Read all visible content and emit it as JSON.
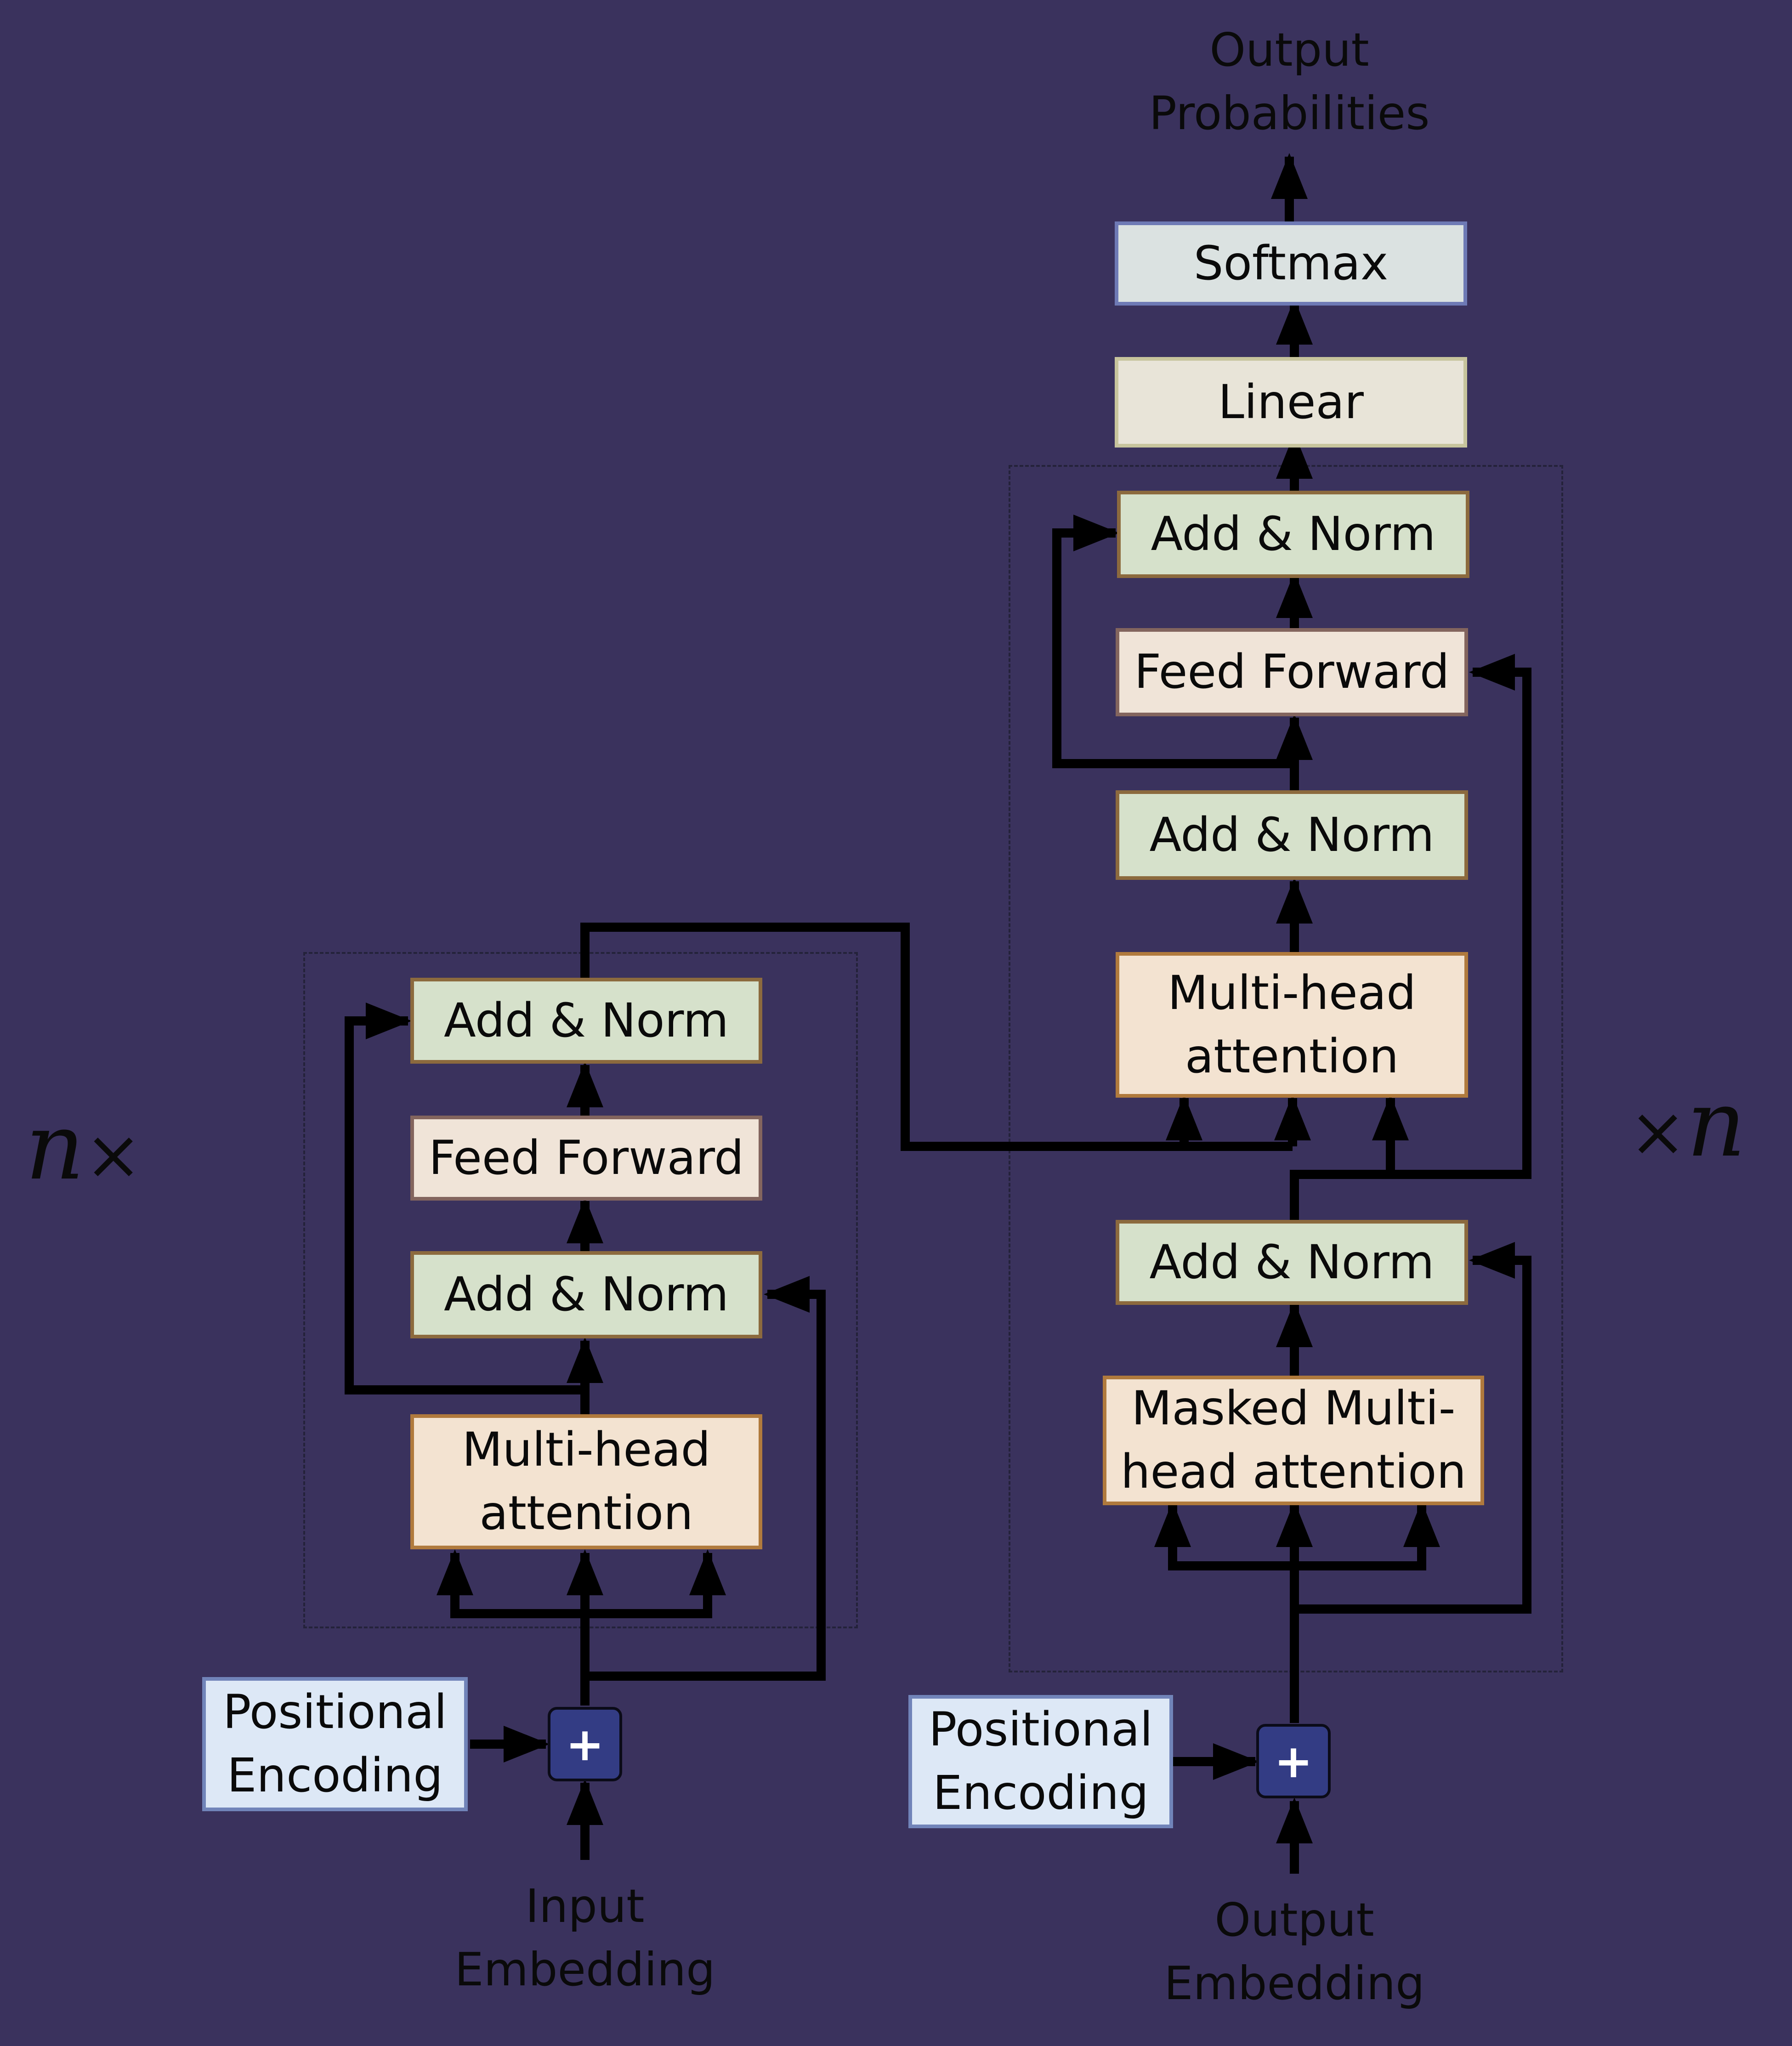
{
  "diagram": {
    "title": "",
    "colors": {
      "background": "#3a325d",
      "add_norm": "#d6e1cb",
      "feed_forward": "#f0e4d8",
      "attention": "#f3e3d1",
      "positional_encoding": "#dde8f6",
      "softmax": "#dbe2e1",
      "linear": "#e8e4d8",
      "sum_node": "#333c84",
      "arrow": "#000000"
    },
    "encoder": {
      "repeat_label": "n",
      "repeat_symbol": "×",
      "add_norm_top": "Add & Norm",
      "feed_forward": "Feed Forward",
      "add_norm_bottom": "Add & Norm",
      "attention": "Multi-head\nattention",
      "positional_encoding": "Positional\nEncoding",
      "sum_symbol": "+",
      "input": "Input\nEmbedding"
    },
    "decoder": {
      "repeat_label": "n",
      "repeat_symbol": "×",
      "output_probabilities": "Output\nProbabilities",
      "softmax": "Softmax",
      "linear": "Linear",
      "add_norm_top": "Add & Norm",
      "feed_forward": "Feed Forward",
      "add_norm_middle": "Add & Norm",
      "cross_attention": "Multi-head\nattention",
      "add_norm_bottom": "Add & Norm",
      "masked_attention": "Masked Multi-\nhead attention",
      "positional_encoding": "Positional\nEncoding",
      "sum_symbol": "+",
      "input": "Output\nEmbedding"
    }
  }
}
